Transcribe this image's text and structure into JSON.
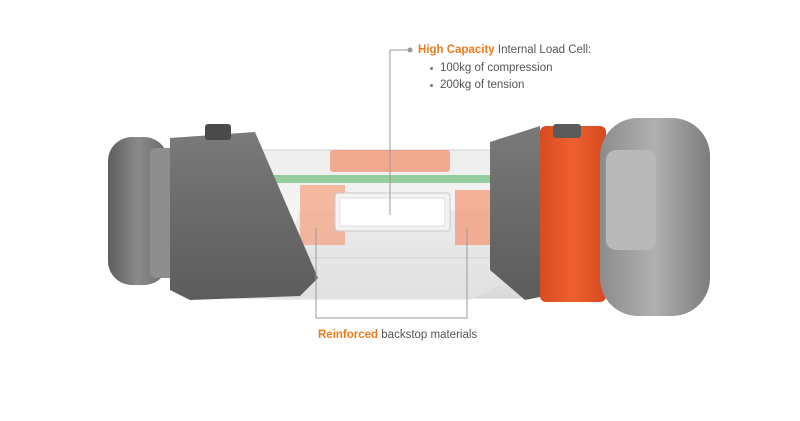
{
  "callouts": {
    "load_cell": {
      "highlight": "High Capacity",
      "text": " Internal Load Cell:",
      "bullets": [
        "100kg of compression",
        "200kg of tension"
      ]
    },
    "backstop": {
      "highlight": "Reinforced",
      "text": " backstop materials"
    }
  },
  "colors": {
    "accent": "#f07a1a",
    "orange_part": "#e8572a",
    "dark_gray": "#6f6f6f",
    "light_gray": "#a9a9a9",
    "text": "#555555"
  }
}
